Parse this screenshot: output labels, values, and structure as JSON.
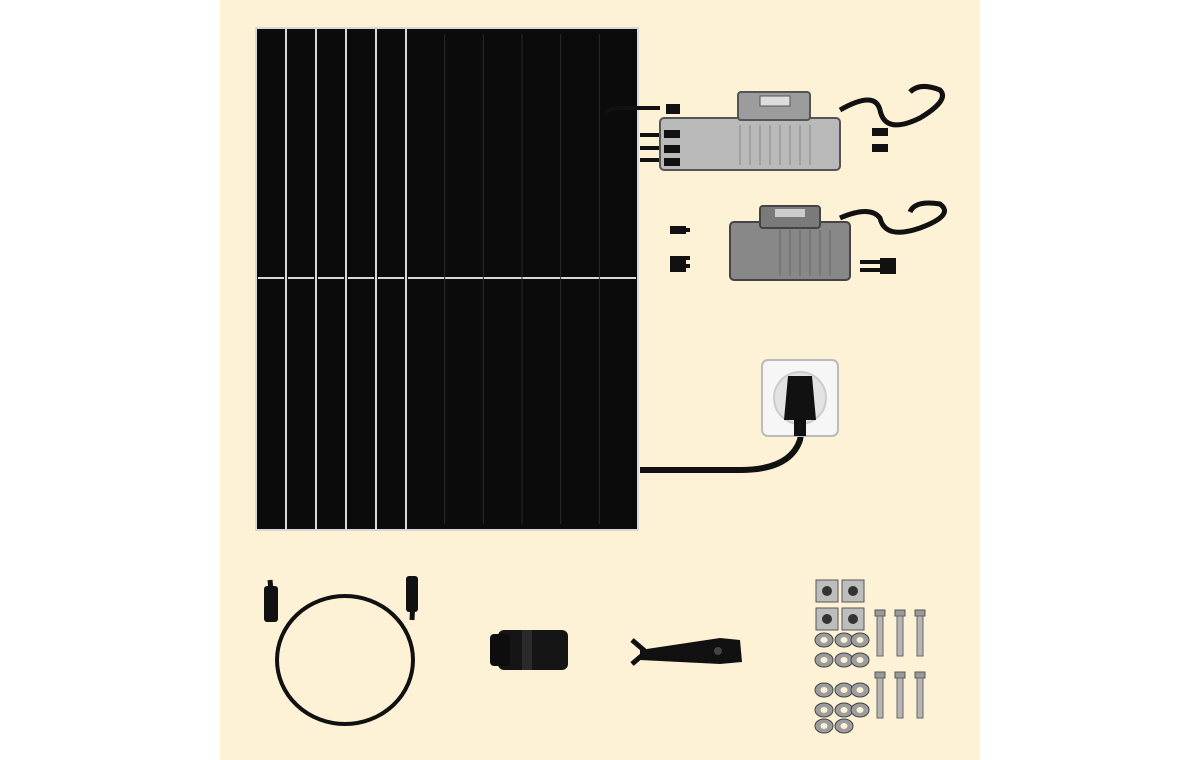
{
  "scene": {
    "background_color": "#fdf2d6",
    "outer_color": "#ffffff",
    "panel_color": "#0b0b0b",
    "panel_frame_color": "#d8d8d8",
    "inverter_color": "#8a8a8a",
    "cable_color": "#111111"
  },
  "items": {
    "solar_panels": {
      "count": 6
    },
    "micro_inverters": {
      "count": 2
    },
    "wall_socket": {
      "count": 1
    },
    "pv_extension_cable": {
      "count": 1
    },
    "cable_gland": {
      "count": 1
    },
    "unlock_tool": {
      "count": 1
    },
    "mounting_hardware": {
      "clamp_plates": 4,
      "bolts": 6,
      "nuts": 14
    }
  }
}
